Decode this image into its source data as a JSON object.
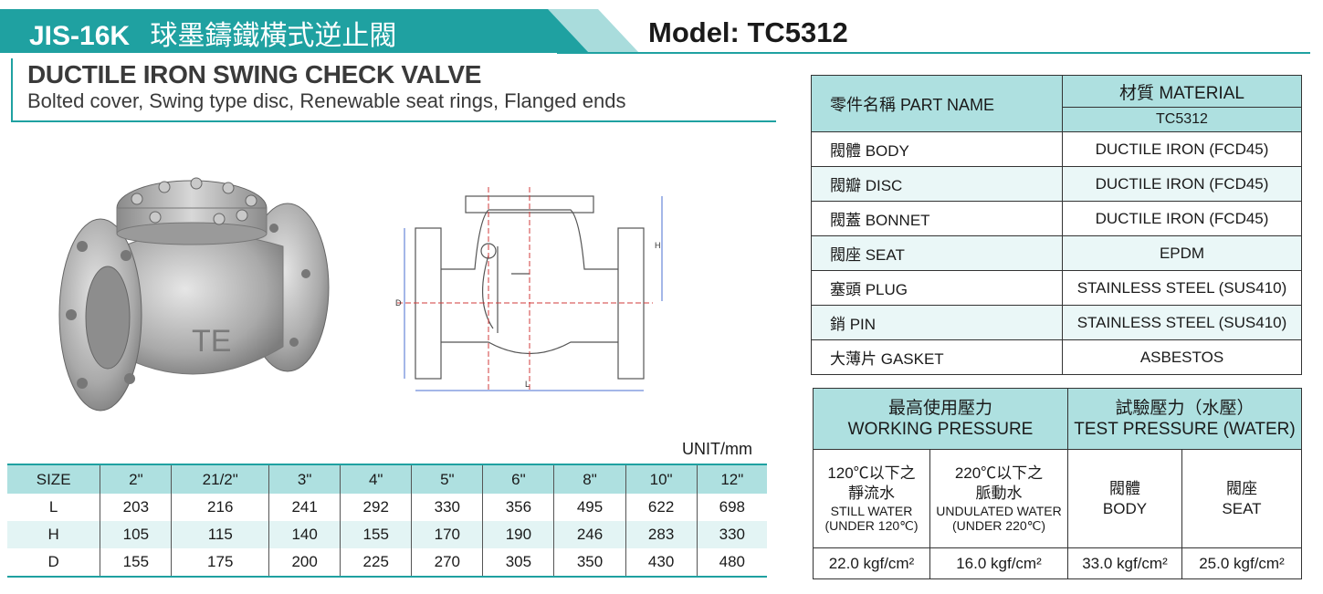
{
  "header": {
    "code": "JIS-16K",
    "title_cn": "球墨鑄鐵橫式逆止閥",
    "model": "Model: TC5312",
    "title_en": "DUCTILE IRON SWING CHECK VALVE",
    "subtitle": "Bolted cover, Swing type disc, Renewable seat rings, Flanged ends"
  },
  "product_image": {
    "logo": "TE"
  },
  "drawing": {
    "label_h": "H",
    "label_d": "D",
    "label_l": "L"
  },
  "material_table": {
    "part_header": "零件名稱 PART NAME",
    "material_header": "材質 MATERIAL",
    "model": "TC5312",
    "rows": [
      {
        "part": "閥體 BODY",
        "material": "DUCTILE IRON (FCD45)"
      },
      {
        "part": "閥瓣 DISC",
        "material": "DUCTILE IRON (FCD45)"
      },
      {
        "part": "閥蓋 BONNET",
        "material": "DUCTILE IRON (FCD45)"
      },
      {
        "part": "閥座 SEAT",
        "material": "EPDM"
      },
      {
        "part": "塞頭 PLUG",
        "material": "STAINLESS STEEL (SUS410)"
      },
      {
        "part": "銷 PIN",
        "material": "STAINLESS STEEL (SUS410)"
      },
      {
        "part": "大薄片 GASKET",
        "material": "ASBESTOS"
      }
    ]
  },
  "pressure_table": {
    "working_cn": "最高使用壓力",
    "working_en": "WORKING PRESSURE",
    "test_cn": "試驗壓力（水壓）",
    "test_en": "TEST PRESSURE (WATER)",
    "col1": {
      "l1": "120℃以下之",
      "l2": "靜流水",
      "l3": "STILL WATER",
      "l4": "(UNDER 120℃)"
    },
    "col2": {
      "l1": "220℃以下之",
      "l2": "脈動水",
      "l3": "UNDULATED WATER",
      "l4": "(UNDER 220℃)"
    },
    "col3": {
      "cn": "閥體",
      "en": "BODY"
    },
    "col4": {
      "cn": "閥座",
      "en": "SEAT"
    },
    "values": [
      "22.0 kgf/cm²",
      "16.0 kgf/cm²",
      "33.0 kgf/cm²",
      "25.0 kgf/cm²"
    ]
  },
  "size_table": {
    "unit": "UNIT/mm",
    "header": [
      "SIZE",
      "2\"",
      "21/2\"",
      "3\"",
      "4\"",
      "5\"",
      "6\"",
      "8\"",
      "10\"",
      "12\""
    ],
    "rows": [
      [
        "L",
        "203",
        "216",
        "241",
        "292",
        "330",
        "356",
        "495",
        "622",
        "698"
      ],
      [
        "H",
        "105",
        "115",
        "140",
        "155",
        "170",
        "190",
        "246",
        "283",
        "330"
      ],
      [
        "D",
        "155",
        "175",
        "200",
        "225",
        "270",
        "305",
        "350",
        "430",
        "480"
      ]
    ]
  }
}
